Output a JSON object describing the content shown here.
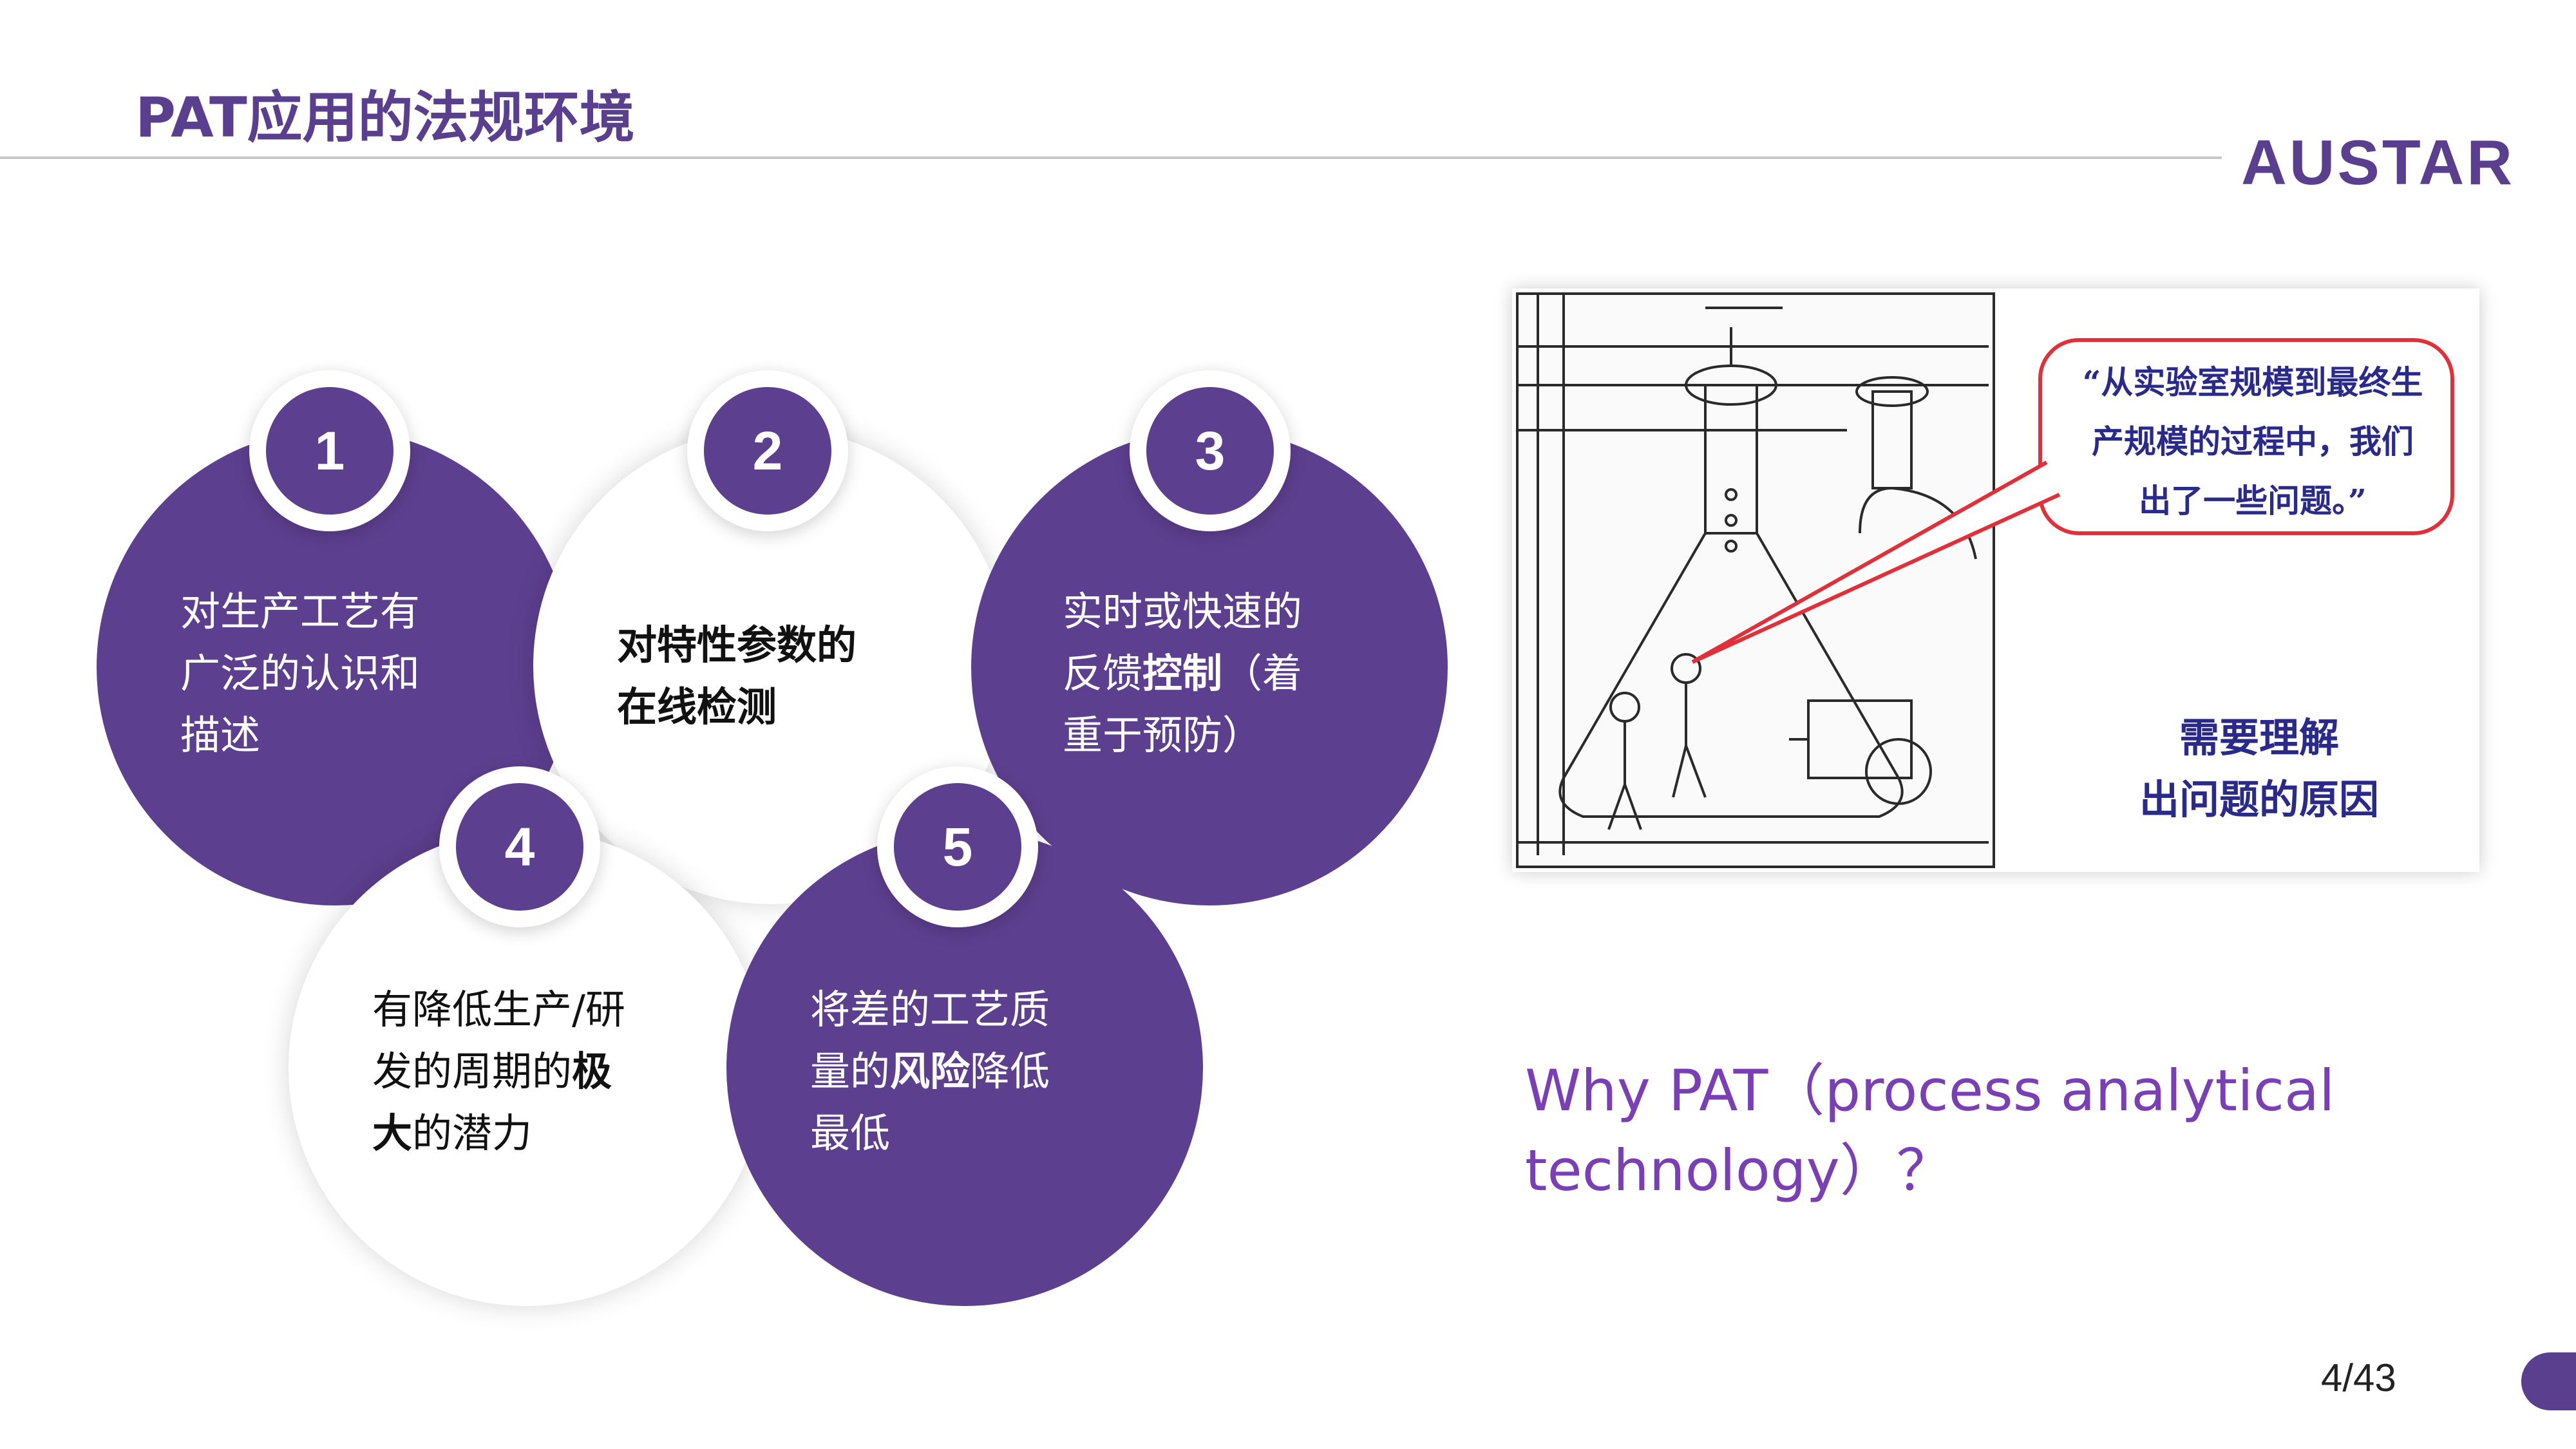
{
  "title": "PAT应用的法规环境",
  "logo": "AUSTAR",
  "circles": [
    {
      "number": "1",
      "lines": [
        "对生产工艺有",
        "广泛的认识和",
        "描述"
      ]
    },
    {
      "number": "2",
      "lines": [
        "对特性参数的",
        "在线检测"
      ]
    },
    {
      "number": "3",
      "line1": "实时或快速的",
      "line2a": "反馈",
      "line2b": "控制",
      "line2c": "（着",
      "line3": "重于预防）"
    },
    {
      "number": "4",
      "line1": "有降低生产/研",
      "line2a": "发的周期的",
      "line2b": "极",
      "line3a": "大",
      "line3b": "的潜力"
    },
    {
      "number": "5",
      "line1": "将差的工艺质",
      "line2a": "量的",
      "line2b": "风险",
      "line2c": "降低",
      "line3": "最低"
    }
  ],
  "cartoon": {
    "speech_lines": [
      "“从实验室规模到最终生",
      "产规模的过程中，我们",
      "出了一些问题。”"
    ],
    "caption_lines": [
      "需要理解",
      "出问题的原因"
    ]
  },
  "question_lines": [
    "Why PAT（process analytical",
    "technology）？"
  ],
  "page_number": "4/43",
  "colors": {
    "brand_purple": "#5d3f8f",
    "question_purple": "#7a3eb5",
    "bubble_red": "#e0303a"
  }
}
